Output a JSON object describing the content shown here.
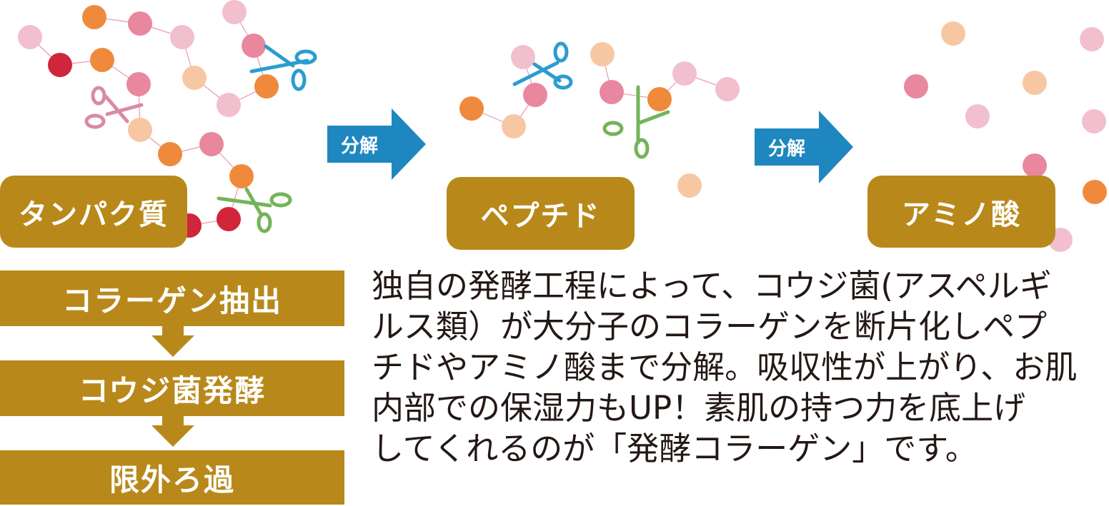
{
  "stages": {
    "protein": "タンパク質",
    "peptide": "ペプチド",
    "amino_acid": "アミノ酸"
  },
  "arrows": [
    "分解",
    "分解"
  ],
  "flow_steps": [
    "コラーゲン抽出",
    "コウジ菌発酵",
    "限外ろ過"
  ],
  "description_lines": [
    "独自の発酵工程によって、コウジ菌(アスペルギ",
    "ルス類）が大分子のコラーゲンを断片化しペプ",
    "チドやアミノ酸まで分解。吸収性が上がり、お肌",
    "内部での保湿力もUP！素肌の持つ力を底上げ",
    "してくれるのが「発酵コラーゲン」です。"
  ],
  "colors": {
    "gold": "#b8891a",
    "arrow_blue": "#1f87bf",
    "red": "#d0253a",
    "orange": "#ef8a3c",
    "pink": "#e9879f",
    "light_pink": "#f2bfcf",
    "peach": "#f7c7a3",
    "scissor_blue": "#2a9dd0",
    "scissor_green": "#74b45a",
    "scissor_pink": "#d98aa8"
  }
}
